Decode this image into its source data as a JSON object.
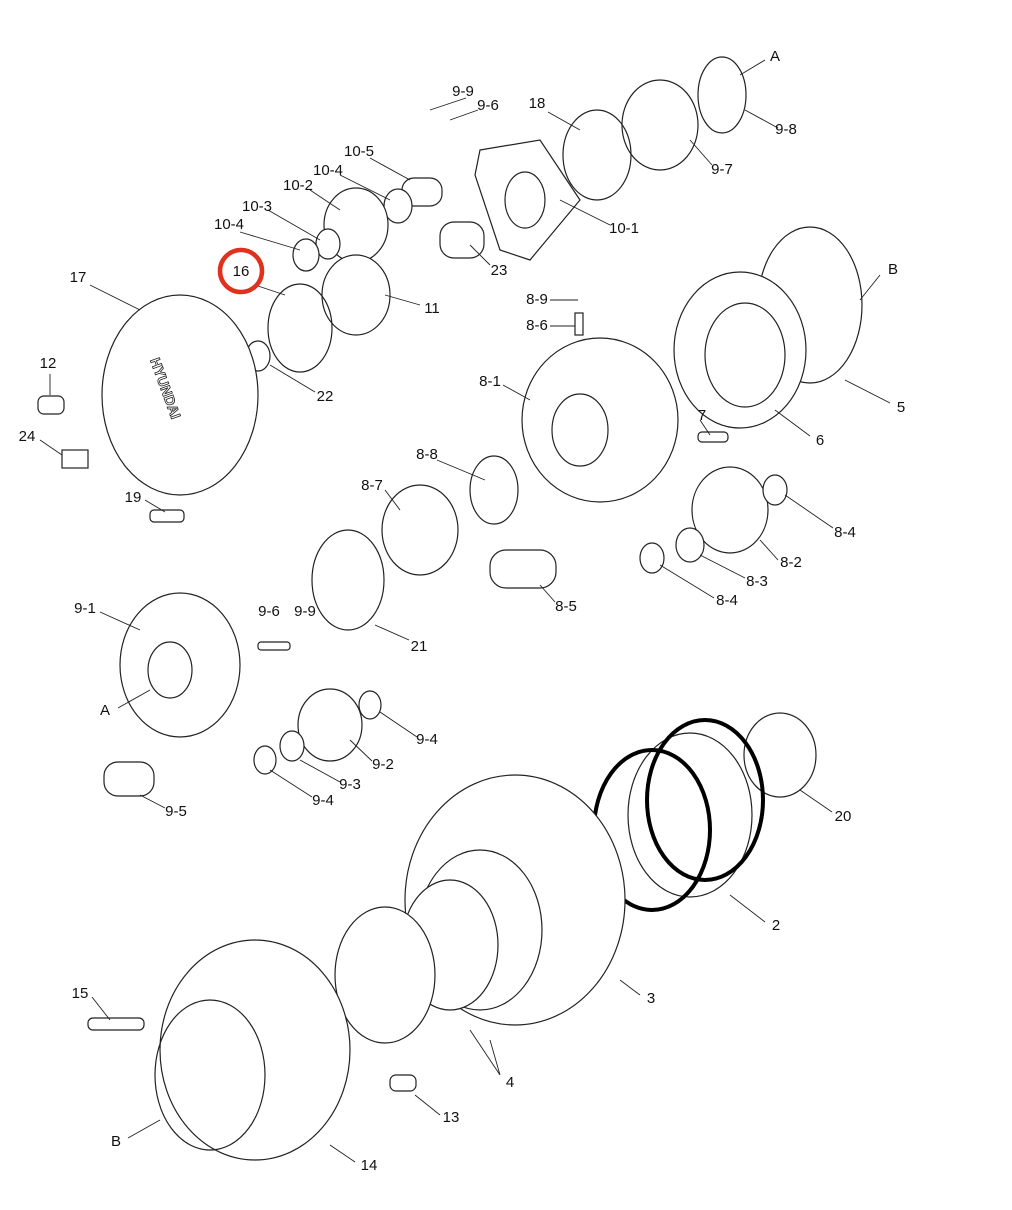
{
  "diagram": {
    "title": "Travel reduction gear exploded view",
    "highlight_color": "#e0301e",
    "highlighted_part": "16",
    "cover_logo": "HYUNDAI",
    "labels": {
      "a_top": "A",
      "p9_9a": "9-9",
      "p9_6a": "9-6",
      "p18": "18",
      "p9_8": "9-8",
      "p9_7": "9-7",
      "p10_5": "10-5",
      "p10_4a": "10-4",
      "p10_2": "10-2",
      "p10_3": "10-3",
      "p10_4b": "10-4",
      "p10_1": "10-1",
      "p16": "16",
      "p23": "23",
      "p11": "11",
      "p17": "17",
      "b_top": "B",
      "p8_9": "8-9",
      "p8_6": "8-6",
      "p5": "5",
      "p12": "12",
      "p22": "22",
      "p8_1": "8-1",
      "p7": "7",
      "p6": "6",
      "p24": "24",
      "p8_8": "8-8",
      "p8_4a": "8-4",
      "p19": "19",
      "p8_7": "8-7",
      "p8_2": "8-2",
      "p8_3": "8-3",
      "p8_5": "8-5",
      "p8_4b": "8-4",
      "p21": "21",
      "p9_1": "9-1",
      "p9_6b": "9-6",
      "p9_9b": "9-9",
      "p9_4a": "9-4",
      "a_low": "A",
      "p9_2": "9-2",
      "p9_3": "9-3",
      "p9_4b": "9-4",
      "p9_5": "9-5",
      "p20": "20",
      "p2": "2",
      "p3": "3",
      "p15": "15",
      "p4": "4",
      "p13": "13",
      "b_low": "B",
      "p14": "14"
    }
  }
}
